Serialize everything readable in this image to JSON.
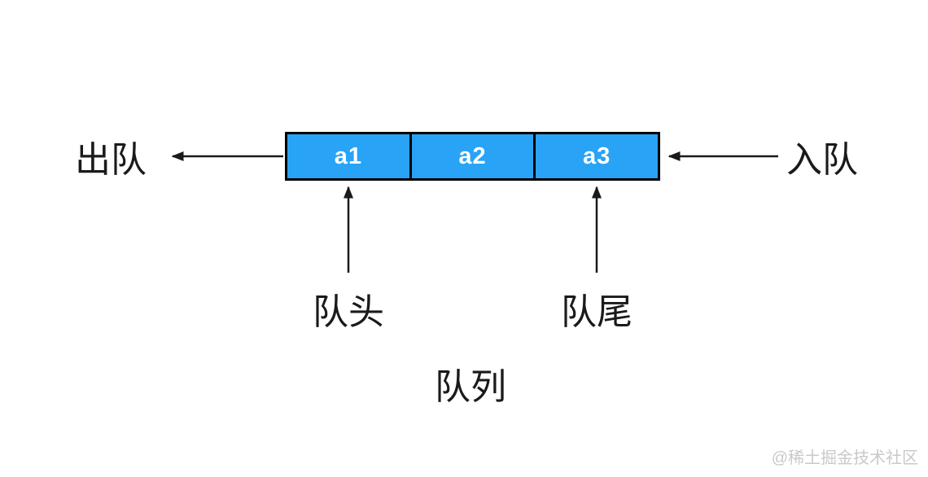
{
  "diagram": {
    "title": "队列",
    "dequeue_label": "出队",
    "enqueue_label": "入队",
    "head_label": "队头",
    "tail_label": "队尾",
    "cells": [
      {
        "label": "a1"
      },
      {
        "label": "a2"
      },
      {
        "label": "a3"
      }
    ],
    "arrows": [
      {
        "name": "dequeue-arrow",
        "direction": "left",
        "from": "queue-front",
        "to": "dequeue-label"
      },
      {
        "name": "enqueue-arrow",
        "direction": "left",
        "from": "enqueue-label",
        "to": "queue-rear"
      },
      {
        "name": "head-pointer-arrow",
        "direction": "up",
        "from": "head-label",
        "to": "cell-a1"
      },
      {
        "name": "tail-pointer-arrow",
        "direction": "up",
        "from": "tail-label",
        "to": "cell-a3"
      }
    ],
    "colors": {
      "cell_fill": "#29a3f5",
      "cell_border": "#000000",
      "cell_text": "#ffffff",
      "arrow": "#1a1a1a",
      "text": "#1a1a1a",
      "watermark": "#c9c9c9",
      "background": "#ffffff"
    }
  },
  "watermark": {
    "text": "@稀土掘金技术社区"
  }
}
